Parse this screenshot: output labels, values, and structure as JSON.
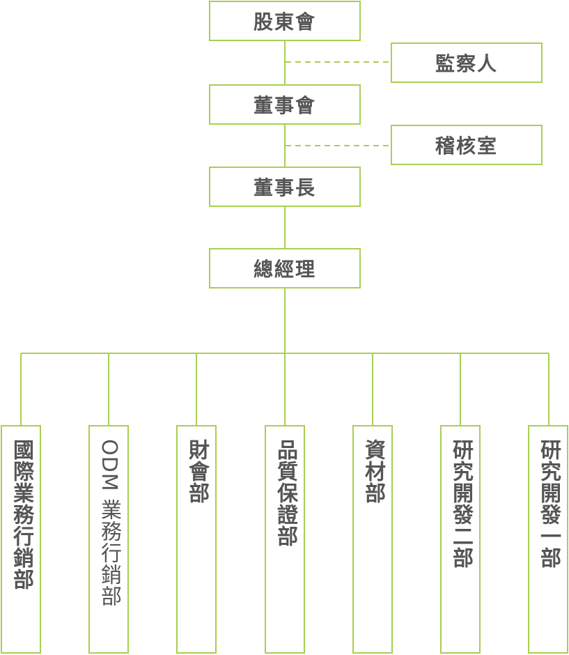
{
  "chain": [
    {
      "id": "shareholders",
      "label": "股東會"
    },
    {
      "id": "board",
      "label": "董事會"
    },
    {
      "id": "chairman",
      "label": "董事長"
    },
    {
      "id": "gm",
      "label": "總經理"
    }
  ],
  "side": [
    {
      "id": "supervisor",
      "label": "監察人"
    },
    {
      "id": "audit",
      "label": "稽核室"
    }
  ],
  "departments": [
    {
      "id": "intl-sales",
      "label": "國際業務行銷部"
    },
    {
      "id": "odm-sales",
      "label": "ODM 業務行銷部"
    },
    {
      "id": "finance",
      "label": "財會部"
    },
    {
      "id": "qa",
      "label": "品質保證部"
    },
    {
      "id": "materials",
      "label": "資材部"
    },
    {
      "id": "rd2",
      "label": "研究開發二部"
    },
    {
      "id": "rd1",
      "label": "研究開發一部"
    }
  ],
  "colors": {
    "line": "#a8cf52",
    "text": "#555555",
    "background": "#ffffff"
  }
}
